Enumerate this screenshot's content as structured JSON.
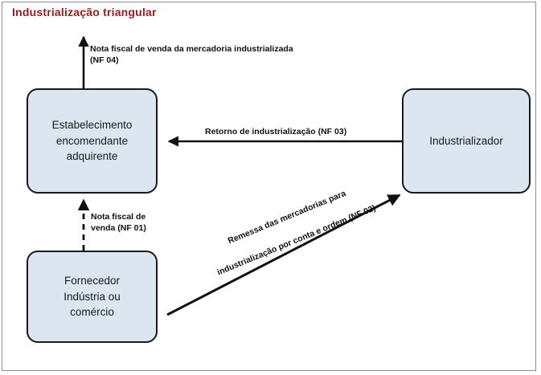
{
  "diagram": {
    "title": "Industrialização triangular",
    "title_color": "#9e1b1b",
    "frame_border_color": "#8e8e8e",
    "background": "#ffffff",
    "node_fill": "#dce6f1",
    "node_border": "#1a1a1a",
    "arrow_color": "#111111",
    "type": "flow-diagram",
    "nodes": [
      {
        "id": "encomendante",
        "label": "Estabelecimento\nencomendante\nadquirente"
      },
      {
        "id": "industrializador",
        "label": "Industrializador"
      },
      {
        "id": "fornecedor",
        "label": "Fornecedor\nIndústria ou\ncomércio"
      }
    ],
    "edges": [
      {
        "id": "nf04",
        "label": "Nota fiscal de venda da mercadoria industrializada\n(NF 04)",
        "style": "solid",
        "direction": "up",
        "from": "encomendante",
        "to": "cliente-externo"
      },
      {
        "id": "nf03",
        "label": "Retorno de industrialização (NF 03)",
        "style": "solid",
        "direction": "left",
        "from": "industrializador",
        "to": "encomendante"
      },
      {
        "id": "nf01",
        "label": "Nota fiscal de\nvenda (NF 01)",
        "style": "dashed",
        "direction": "up",
        "from": "fornecedor",
        "to": "encomendante"
      },
      {
        "id": "nf02",
        "label_line1": "Remessa das mercadorias para",
        "label_line2": "industrialização  por conta e ordem (NF 02)",
        "style": "solid",
        "direction": "up-right",
        "from": "fornecedor",
        "to": "industrializador"
      }
    ]
  }
}
